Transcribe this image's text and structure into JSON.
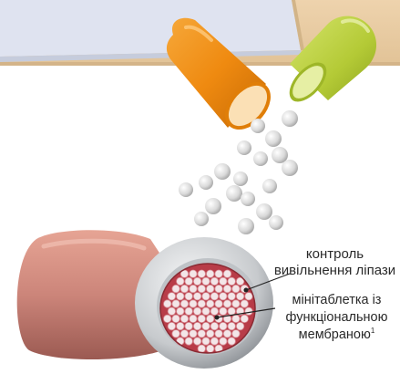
{
  "labels": {
    "release_control": {
      "line1": "контроль",
      "line2": "вивільнення ліпази"
    },
    "minitablet": {
      "line1": "мінітаблетка із",
      "line2": "функціональною",
      "line3": "мембраною",
      "footnote": "1"
    }
  },
  "colors": {
    "background": "#ffffff",
    "card_top": "#dfe3f0",
    "wood": "#e9cda5",
    "orange_capsule": "#f08a12",
    "green_capsule": "#b9cf3e",
    "pink_capsule": "#c77f72",
    "pellet": "#d8d8d8",
    "minitablet_red": "#c04a55",
    "capsule_rim": "#a0a4a8"
  },
  "icons": [
    "pill-capsule-icon"
  ]
}
